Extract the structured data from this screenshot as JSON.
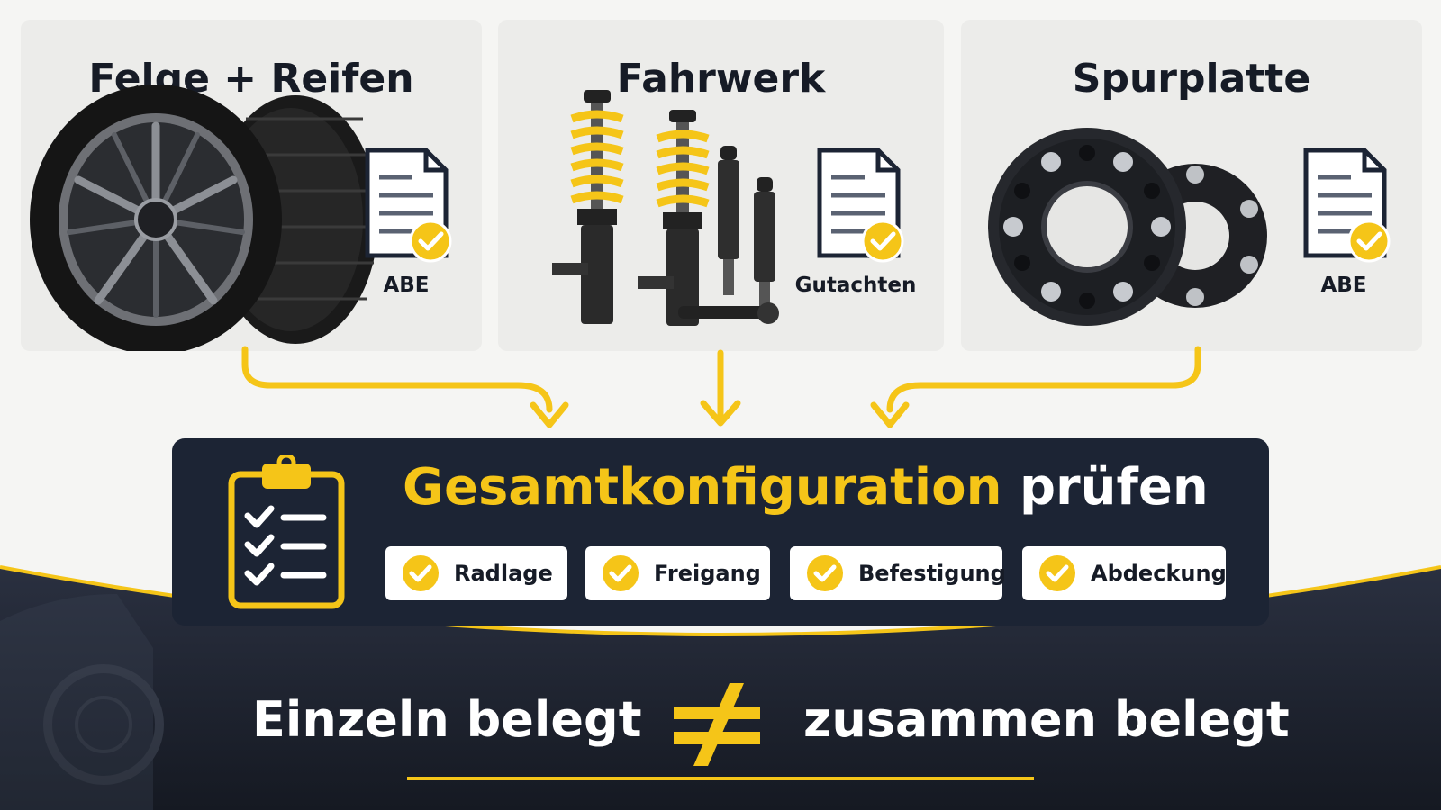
{
  "colors": {
    "accent": "#f5c518",
    "panel": "#1c2434",
    "card": "#ececea",
    "text_dark": "#161b26",
    "text_light": "#ffffff"
  },
  "components": [
    {
      "title": "Felge + Reifen",
      "doc_label": "ABE",
      "icon": "wheel-tire-icon"
    },
    {
      "title": "Fahrwerk",
      "doc_label": "Gutachten",
      "icon": "coilover-icon"
    },
    {
      "title": "Spurplatte",
      "doc_label": "ABE",
      "icon": "wheel-spacer-icon"
    }
  ],
  "config": {
    "title_highlight": "Gesamtkonfiguration",
    "title_rest": "prüfen",
    "checks": [
      {
        "label": "Radlage"
      },
      {
        "label": "Freigang"
      },
      {
        "label": "Befestigung"
      },
      {
        "label": "Abdeckung"
      }
    ]
  },
  "footer": {
    "left": "Einzeln belegt",
    "symbol": "≠",
    "right": "zusammen belegt"
  }
}
